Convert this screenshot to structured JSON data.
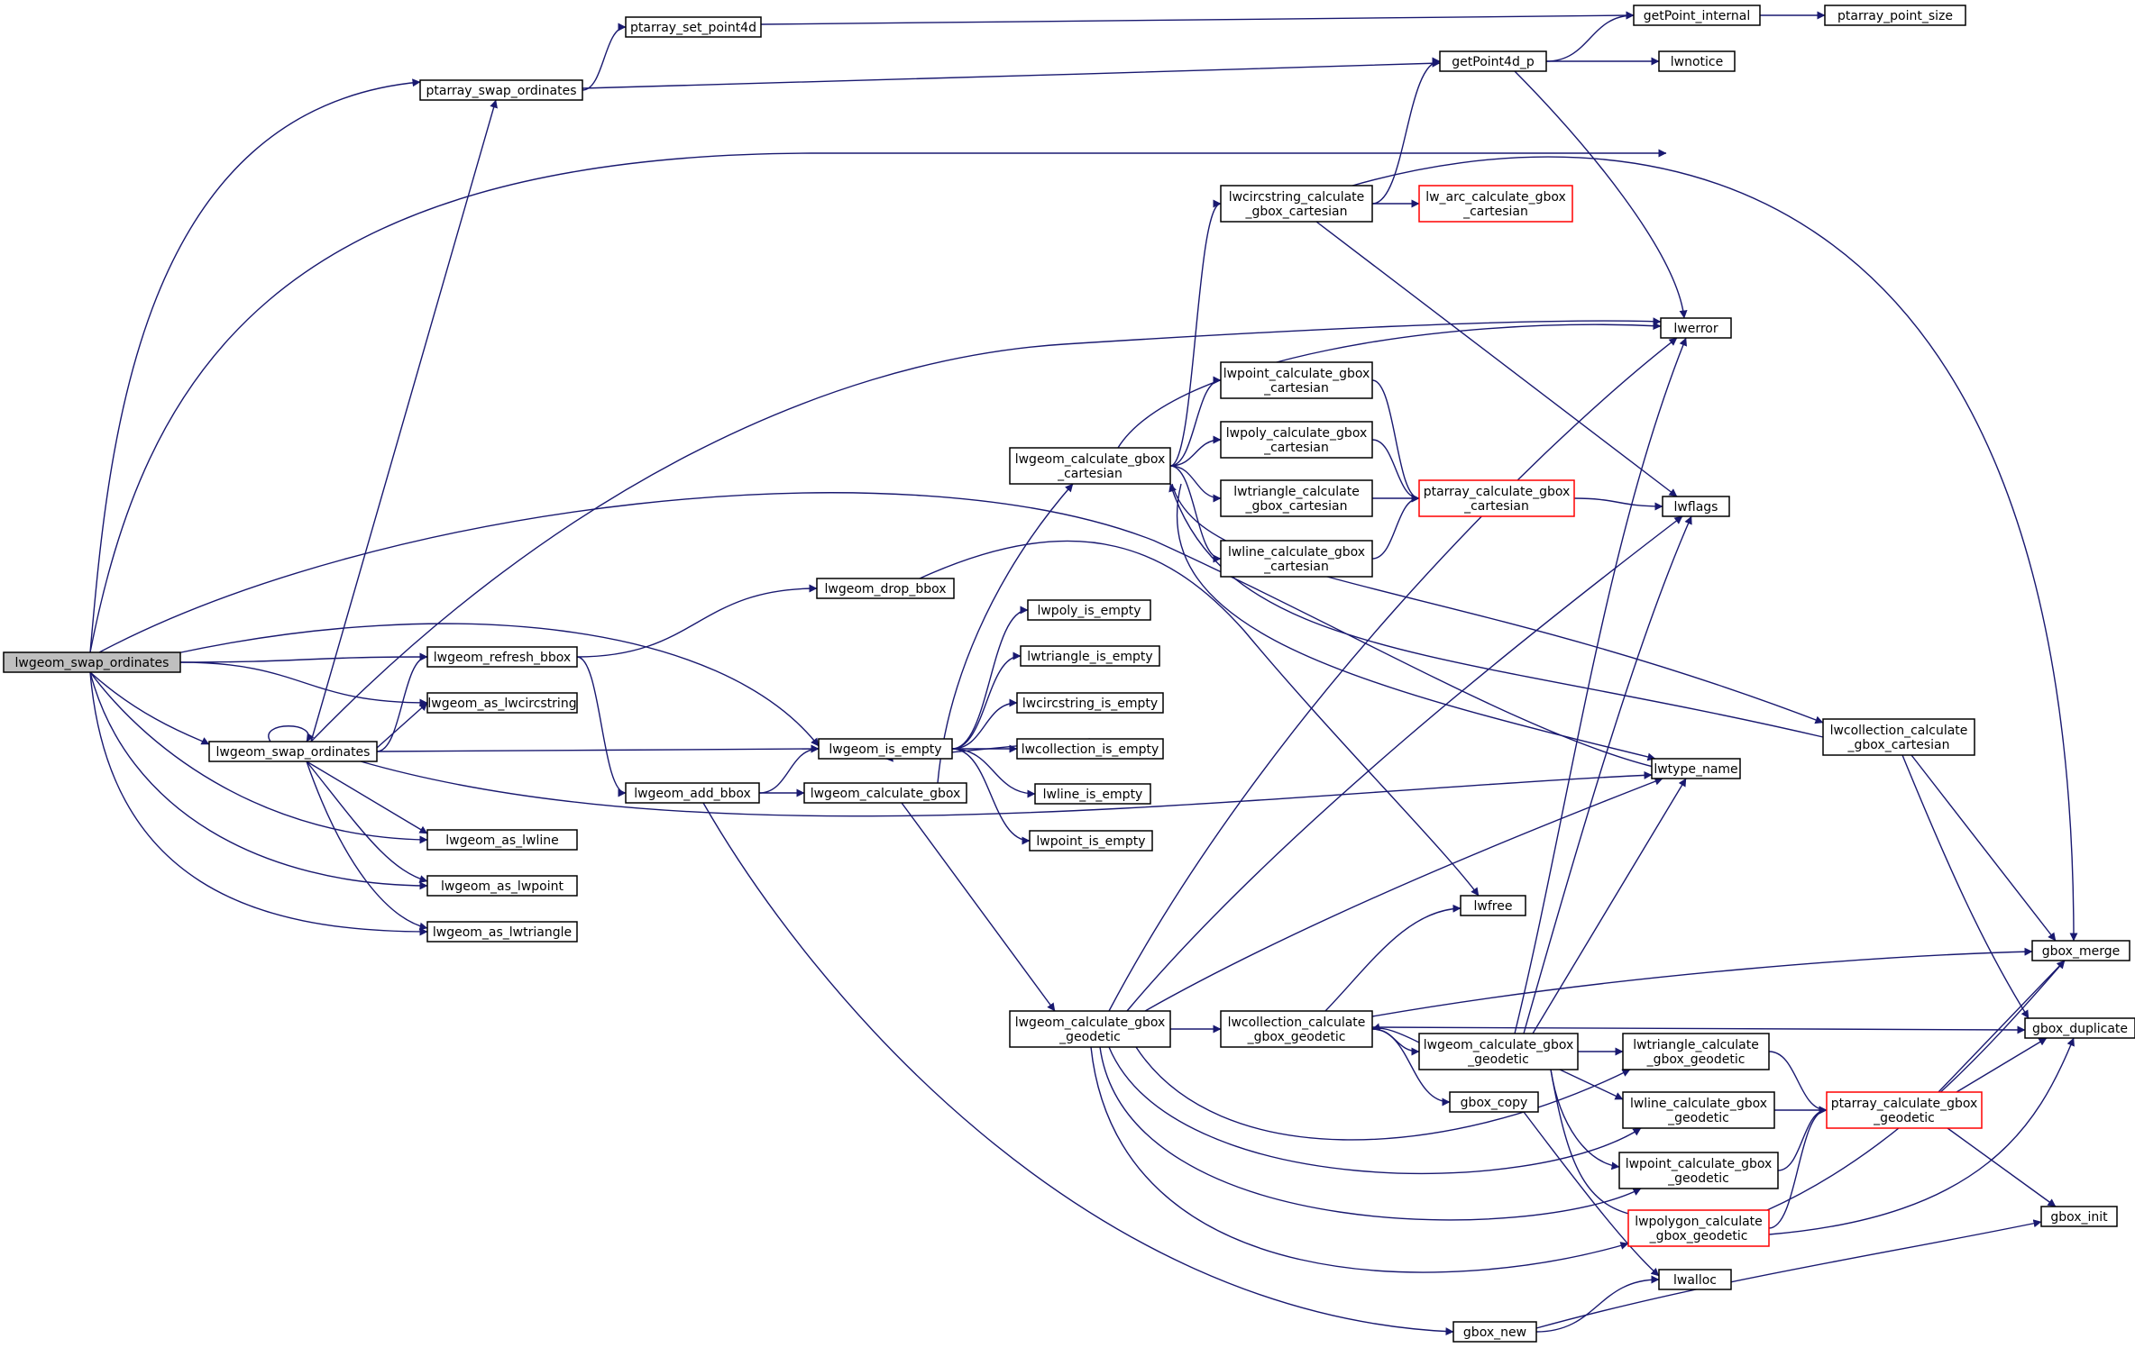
{
  "colors": {
    "edge": "#191970",
    "node_border": "#000000",
    "truncated_border": "#ff0000",
    "focus_fill": "#bfbfbf",
    "node_fill": "#ffffff"
  },
  "nodes": [
    {
      "id": "swap_root",
      "lines": [
        "lwgeom_swap_ordinates"
      ],
      "focus": true
    },
    {
      "id": "swap",
      "lines": [
        "lwgeom_swap_ordinates"
      ]
    },
    {
      "id": "ptarray_swap",
      "lines": [
        "ptarray_swap_ordinates"
      ]
    },
    {
      "id": "ptarray_set_point4d",
      "lines": [
        "ptarray_set_point4d"
      ]
    },
    {
      "id": "getPoint_internal",
      "lines": [
        "getPoint_internal"
      ]
    },
    {
      "id": "ptarray_point_size",
      "lines": [
        "ptarray_point_size"
      ]
    },
    {
      "id": "getPoint4d_p",
      "lines": [
        "getPoint4d_p"
      ]
    },
    {
      "id": "lwnotice",
      "lines": [
        "lwnotice"
      ]
    },
    {
      "id": "lwcircstring_cart",
      "lines": [
        "lwcircstring_calculate",
        "_gbox_cartesian"
      ]
    },
    {
      "id": "lw_arc_cart",
      "lines": [
        "lw_arc_calculate_gbox",
        "_cartesian"
      ],
      "truncated": true
    },
    {
      "id": "lwerror",
      "lines": [
        "lwerror"
      ]
    },
    {
      "id": "lwpoint_cart",
      "lines": [
        "lwpoint_calculate_gbox",
        "_cartesian"
      ]
    },
    {
      "id": "lwpoly_cart",
      "lines": [
        "lwpoly_calculate_gbox",
        "_cartesian"
      ]
    },
    {
      "id": "lwgeom_cart",
      "lines": [
        "lwgeom_calculate_gbox",
        "_cartesian"
      ]
    },
    {
      "id": "lwtriangle_cart",
      "lines": [
        "lwtriangle_calculate",
        "_gbox_cartesian"
      ]
    },
    {
      "id": "ptarray_cart",
      "lines": [
        "ptarray_calculate_gbox",
        "_cartesian"
      ],
      "truncated": true
    },
    {
      "id": "lwflags",
      "lines": [
        "lwflags"
      ]
    },
    {
      "id": "lwline_cart",
      "lines": [
        "lwline_calculate_gbox",
        "_cartesian"
      ]
    },
    {
      "id": "lwgeom_drop_bbox",
      "lines": [
        "lwgeom_drop_bbox"
      ]
    },
    {
      "id": "lwpoly_is_empty",
      "lines": [
        "lwpoly_is_empty"
      ]
    },
    {
      "id": "lwgeom_refresh_bbox",
      "lines": [
        "lwgeom_refresh_bbox"
      ]
    },
    {
      "id": "lwtriangle_is_empty",
      "lines": [
        "lwtriangle_is_empty"
      ]
    },
    {
      "id": "lwgeom_as_lwcircstring",
      "lines": [
        "lwgeom_as_lwcircstring"
      ]
    },
    {
      "id": "lwcircstring_is_empty",
      "lines": [
        "lwcircstring_is_empty"
      ]
    },
    {
      "id": "lwcollection_cart",
      "lines": [
        "lwcollection_calculate",
        "_gbox_cartesian"
      ]
    },
    {
      "id": "lwgeom_is_empty",
      "lines": [
        "lwgeom_is_empty"
      ]
    },
    {
      "id": "lwcollection_is_empty",
      "lines": [
        "lwcollection_is_empty"
      ]
    },
    {
      "id": "lwtype_name",
      "lines": [
        "lwtype_name"
      ]
    },
    {
      "id": "lwgeom_add_bbox",
      "lines": [
        "lwgeom_add_bbox"
      ]
    },
    {
      "id": "lwgeom_calculate_gbox",
      "lines": [
        "lwgeom_calculate_gbox"
      ]
    },
    {
      "id": "lwline_is_empty",
      "lines": [
        "lwline_is_empty"
      ]
    },
    {
      "id": "lwgeom_as_lwline",
      "lines": [
        "lwgeom_as_lwline"
      ]
    },
    {
      "id": "lwpoint_is_empty",
      "lines": [
        "lwpoint_is_empty"
      ]
    },
    {
      "id": "lwgeom_as_lwpoint",
      "lines": [
        "lwgeom_as_lwpoint"
      ]
    },
    {
      "id": "lwfree",
      "lines": [
        "lwfree"
      ]
    },
    {
      "id": "lwgeom_as_lwtriangle",
      "lines": [
        "lwgeom_as_lwtriangle"
      ]
    },
    {
      "id": "gbox_merge",
      "lines": [
        "gbox_merge"
      ]
    },
    {
      "id": "lwgeom_geo",
      "lines": [
        "lwgeom_calculate_gbox",
        "_geodetic"
      ]
    },
    {
      "id": "lwcollection_geo",
      "lines": [
        "lwcollection_calculate",
        "_gbox_geodetic"
      ]
    },
    {
      "id": "lwgeom_geo2",
      "lines": [
        "lwgeom_calculate_gbox",
        "_geodetic"
      ]
    },
    {
      "id": "lwtriangle_geo",
      "lines": [
        "lwtriangle_calculate",
        "_gbox_geodetic"
      ]
    },
    {
      "id": "gbox_duplicate",
      "lines": [
        "gbox_duplicate"
      ]
    },
    {
      "id": "gbox_copy",
      "lines": [
        "gbox_copy"
      ]
    },
    {
      "id": "lwline_geo",
      "lines": [
        "lwline_calculate_gbox",
        "_geodetic"
      ]
    },
    {
      "id": "ptarray_geo",
      "lines": [
        "ptarray_calculate_gbox",
        "_geodetic"
      ],
      "truncated": true
    },
    {
      "id": "lwpoint_geo",
      "lines": [
        "lwpoint_calculate_gbox",
        "_geodetic"
      ]
    },
    {
      "id": "lwpolygon_geo",
      "lines": [
        "lwpolygon_calculate",
        "_gbox_geodetic"
      ],
      "truncated": true
    },
    {
      "id": "gbox_init",
      "lines": [
        "gbox_init"
      ]
    },
    {
      "id": "lwalloc",
      "lines": [
        "lwalloc"
      ]
    },
    {
      "id": "gbox_new",
      "lines": [
        "gbox_new"
      ]
    }
  ],
  "edges": [
    [
      "swap_root",
      "ptarray_swap"
    ],
    [
      "swap_root",
      "lwerror"
    ],
    [
      "swap_root",
      "lwgeom_refresh_bbox"
    ],
    [
      "swap_root",
      "lwgeom_as_lwcircstring"
    ],
    [
      "swap_root",
      "lwgeom_is_empty"
    ],
    [
      "swap_root",
      "swap"
    ],
    [
      "swap_root",
      "lwgeom_as_lwline"
    ],
    [
      "swap_root",
      "lwgeom_as_lwpoint"
    ],
    [
      "swap_root",
      "lwgeom_as_lwtriangle"
    ],
    [
      "swap_root",
      "lwtype_name"
    ],
    [
      "swap",
      "swap"
    ],
    [
      "swap",
      "ptarray_swap"
    ],
    [
      "swap",
      "lwerror"
    ],
    [
      "swap",
      "lwgeom_refresh_bbox"
    ],
    [
      "swap",
      "lwgeom_as_lwcircstring"
    ],
    [
      "swap",
      "lwgeom_is_empty"
    ],
    [
      "swap",
      "lwgeom_as_lwline"
    ],
    [
      "swap",
      "lwgeom_as_lwpoint"
    ],
    [
      "swap",
      "lwgeom_as_lwtriangle"
    ],
    [
      "swap",
      "lwtype_name"
    ],
    [
      "ptarray_swap",
      "ptarray_set_point4d"
    ],
    [
      "ptarray_swap",
      "getPoint4d_p"
    ],
    [
      "ptarray_set_point4d",
      "getPoint_internal"
    ],
    [
      "getPoint_internal",
      "ptarray_point_size"
    ],
    [
      "getPoint4d_p",
      "getPoint_internal"
    ],
    [
      "getPoint4d_p",
      "lwnotice"
    ],
    [
      "getPoint4d_p",
      "lwerror"
    ],
    [
      "lwgeom_refresh_bbox",
      "lwgeom_drop_bbox"
    ],
    [
      "lwgeom_refresh_bbox",
      "lwgeom_add_bbox"
    ],
    [
      "lwgeom_drop_bbox",
      "lwfree"
    ],
    [
      "lwgeom_add_bbox",
      "lwgeom_is_empty"
    ],
    [
      "lwgeom_add_bbox",
      "lwgeom_calculate_gbox"
    ],
    [
      "lwgeom_add_bbox",
      "gbox_new"
    ],
    [
      "lwgeom_is_empty",
      "lwpoly_is_empty"
    ],
    [
      "lwgeom_is_empty",
      "lwtriangle_is_empty"
    ],
    [
      "lwgeom_is_empty",
      "lwcircstring_is_empty"
    ],
    [
      "lwgeom_is_empty",
      "lwcollection_is_empty"
    ],
    [
      "lwgeom_is_empty",
      "lwline_is_empty"
    ],
    [
      "lwgeom_is_empty",
      "lwpoint_is_empty"
    ],
    [
      "lwcollection_is_empty",
      "lwgeom_is_empty"
    ],
    [
      "lwgeom_calculate_gbox",
      "lwgeom_cart"
    ],
    [
      "lwgeom_calculate_gbox",
      "lwgeom_geo"
    ],
    [
      "lwgeom_cart",
      "lwcircstring_cart"
    ],
    [
      "lwgeom_cart",
      "lwpoint_cart"
    ],
    [
      "lwgeom_cart",
      "lwpoly_cart"
    ],
    [
      "lwgeom_cart",
      "lwtriangle_cart"
    ],
    [
      "lwgeom_cart",
      "lwline_cart"
    ],
    [
      "lwgeom_cart",
      "lwcollection_cart"
    ],
    [
      "lwgeom_cart",
      "lwerror"
    ],
    [
      "lwgeom_cart",
      "lwtype_name"
    ],
    [
      "lwcircstring_cart",
      "getPoint4d_p"
    ],
    [
      "lwcircstring_cart",
      "lw_arc_cart"
    ],
    [
      "lwcircstring_cart",
      "lwflags"
    ],
    [
      "lwcircstring_cart",
      "gbox_merge"
    ],
    [
      "lwpoint_cart",
      "ptarray_cart"
    ],
    [
      "lwpoly_cart",
      "ptarray_cart"
    ],
    [
      "lwtriangle_cart",
      "ptarray_cart"
    ],
    [
      "lwline_cart",
      "ptarray_cart"
    ],
    [
      "ptarray_cart",
      "lwflags"
    ],
    [
      "lwcollection_cart",
      "lwgeom_cart"
    ],
    [
      "lwcollection_cart",
      "gbox_merge"
    ],
    [
      "lwcollection_cart",
      "gbox_duplicate"
    ],
    [
      "lwgeom_geo",
      "lwerror"
    ],
    [
      "lwgeom_geo",
      "lwflags"
    ],
    [
      "lwgeom_geo",
      "lwtype_name"
    ],
    [
      "lwgeom_geo",
      "lwcollection_geo"
    ],
    [
      "lwgeom_geo",
      "lwtriangle_geo"
    ],
    [
      "lwgeom_geo",
      "lwline_geo"
    ],
    [
      "lwgeom_geo",
      "lwpoint_geo"
    ],
    [
      "lwgeom_geo",
      "lwpolygon_geo"
    ],
    [
      "lwcollection_geo",
      "lwfree"
    ],
    [
      "lwcollection_geo",
      "gbox_merge"
    ],
    [
      "lwcollection_geo",
      "gbox_duplicate"
    ],
    [
      "lwcollection_geo",
      "lwgeom_geo2"
    ],
    [
      "lwcollection_geo",
      "gbox_copy"
    ],
    [
      "lwgeom_geo2",
      "lwcollection_geo"
    ],
    [
      "lwgeom_geo2",
      "lwerror"
    ],
    [
      "lwgeom_geo2",
      "lwflags"
    ],
    [
      "lwgeom_geo2",
      "lwtype_name"
    ],
    [
      "lwgeom_geo2",
      "lwtriangle_geo"
    ],
    [
      "lwgeom_geo2",
      "lwline_geo"
    ],
    [
      "lwgeom_geo2",
      "lwpoint_geo"
    ],
    [
      "lwgeom_geo2",
      "lwpolygon_geo"
    ],
    [
      "lwtriangle_geo",
      "ptarray_geo"
    ],
    [
      "lwline_geo",
      "ptarray_geo"
    ],
    [
      "lwpoint_geo",
      "ptarray_geo"
    ],
    [
      "lwpolygon_geo",
      "ptarray_geo"
    ],
    [
      "lwpolygon_geo",
      "gbox_merge"
    ],
    [
      "lwpolygon_geo",
      "gbox_duplicate"
    ],
    [
      "ptarray_geo",
      "gbox_merge"
    ],
    [
      "ptarray_geo",
      "gbox_duplicate"
    ],
    [
      "ptarray_geo",
      "gbox_init"
    ],
    [
      "gbox_copy",
      "lwalloc"
    ],
    [
      "gbox_new",
      "lwalloc"
    ],
    [
      "gbox_new",
      "gbox_init"
    ]
  ]
}
